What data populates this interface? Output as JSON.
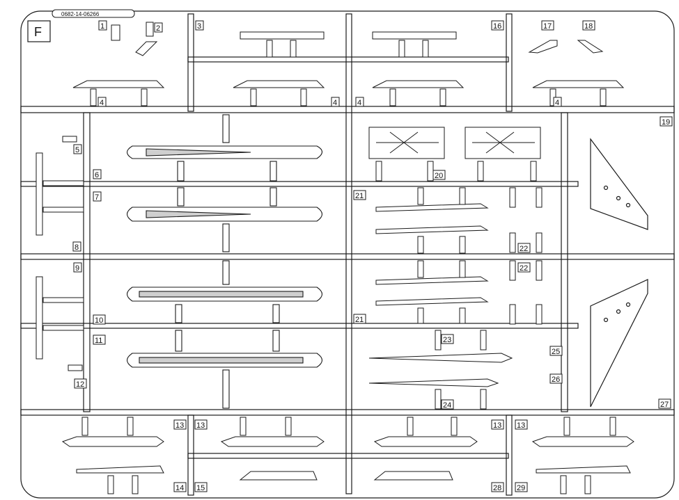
{
  "sprue": {
    "letter": "F",
    "code": "0682-14-06266",
    "part_numbers": [
      "1",
      "2",
      "3",
      "4",
      "5",
      "6",
      "7",
      "8",
      "9",
      "10",
      "11",
      "12",
      "13",
      "14",
      "15",
      "16",
      "17",
      "18",
      "19",
      "20",
      "21",
      "22",
      "23",
      "24",
      "25",
      "26",
      "27",
      "28",
      "29"
    ]
  },
  "colors": {
    "line": "#1a1a1a",
    "fill": "#ffffff",
    "shade": "#cfcfcf"
  }
}
